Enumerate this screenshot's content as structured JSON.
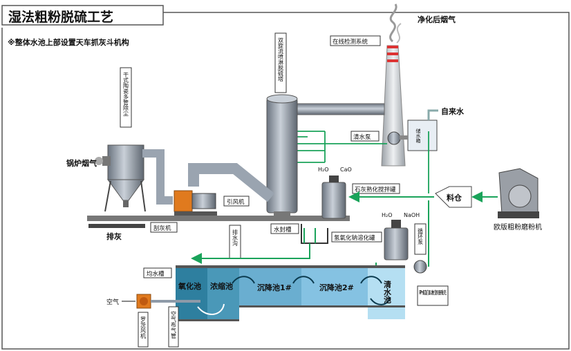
{
  "title": "湿法粗粉脱硫工艺",
  "subtitle": "※整体水池上部设置天车抓灰斗机构",
  "labels": {
    "clean_gas": "净化后烟气",
    "online_monitor": "在线检测系统",
    "tap_water": "自来水",
    "water_pump": "清水泵",
    "water_tank": "储水箱",
    "boiler_gas": "锅炉烟气",
    "dust_collector": "干式陶瓷多管除尘",
    "tower": "双旋流喷淋脱硫塔",
    "h2o_1": "H₂O",
    "cao": "CaO",
    "lime_tank": "石灰熟化搅拌罐",
    "silo": "料仓",
    "mill": "欧版粗粉磨粉机",
    "fan": "引风机",
    "scraper": "刮灰机",
    "ash": "排灰",
    "drain_ditch": "排水沟",
    "water_seal": "水封槽",
    "h2o_2": "H₂O",
    "naoh": "NaOH",
    "naoh_tank": "氢氧化钠溶化罐",
    "circ_pump": "循环泵",
    "even_trough": "均水槽",
    "oxidation": "氧化池",
    "concentration": "浓缩池",
    "settle1": "沉降池1#",
    "settle2": "沉降池2#",
    "clear_pool": "清水池",
    "ph_system": "PH值自动检测系统",
    "air": "空气",
    "roots_blower": "罗茨风机",
    "air_pipe": "空气布气管"
  },
  "colors": {
    "pipe": "#1aa35a",
    "steel": "#8e9aa8",
    "pool_dark": "#2e7f9f",
    "pool_light": "#9fd3ec",
    "orange": "#e07a1e"
  }
}
